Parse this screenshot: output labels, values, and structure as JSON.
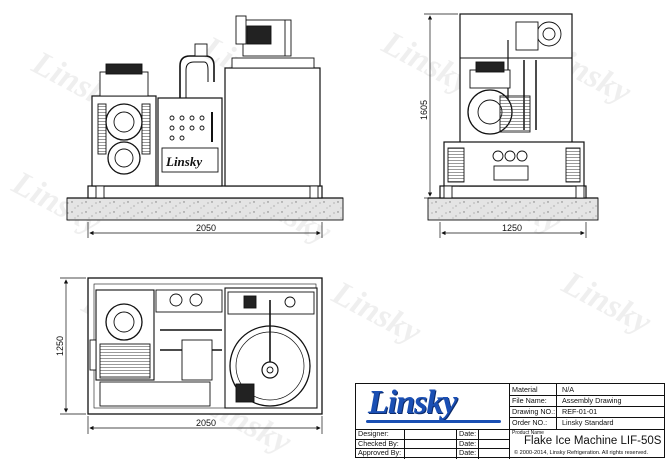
{
  "dimensions": {
    "front_width": "2050",
    "side_width": "1250",
    "side_height": "1605",
    "top_width": "2050",
    "top_depth": "1250"
  },
  "nameplate": "Linsky",
  "watermark": "Linsky",
  "title_block": {
    "logo": "Linsky",
    "material_label": "Material",
    "material_value": "N/A",
    "file_name_label": "File Name:",
    "file_name_value": "Assembly Drawing",
    "drawing_no_label": "Drawing NO.:",
    "drawing_no_value": "REF-01-01",
    "order_no_label": "Order NO.:",
    "order_no_value": "Linsky Standard",
    "designer_label": "Designer:",
    "checked_by_label": "Checked By:",
    "approved_by_label": "Approved By:",
    "date_label": "Date:",
    "product_name_label": "Product Name",
    "product_name": "Flake Ice Machine LIF-50S",
    "copyright": "© 2000-2014, Linsky Refrigeration. All rights reserved."
  }
}
